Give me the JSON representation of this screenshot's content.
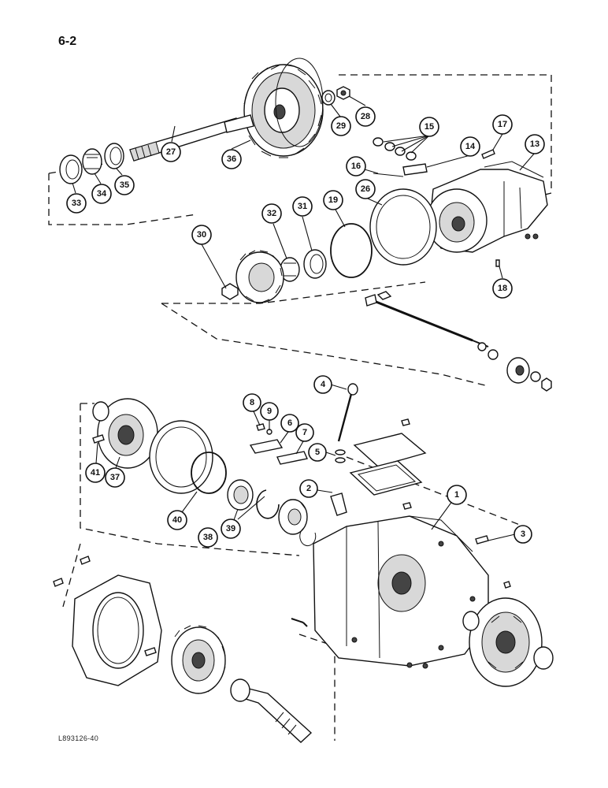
{
  "page_number": "6-2",
  "figure_code": "L893126-40",
  "callouts": [
    {
      "label": "1"
    },
    {
      "label": "2"
    },
    {
      "label": "3"
    },
    {
      "label": "4"
    },
    {
      "label": "5"
    },
    {
      "label": "6"
    },
    {
      "label": "7"
    },
    {
      "label": "8"
    },
    {
      "label": "9"
    },
    {
      "label": "13"
    },
    {
      "label": "14"
    },
    {
      "label": "15"
    },
    {
      "label": "16"
    },
    {
      "label": "17"
    },
    {
      "label": "18"
    },
    {
      "label": "19"
    },
    {
      "label": "26"
    },
    {
      "label": "27"
    },
    {
      "label": "28"
    },
    {
      "label": "29"
    },
    {
      "label": "30"
    },
    {
      "label": "31"
    },
    {
      "label": "32"
    },
    {
      "label": "33"
    },
    {
      "label": "34"
    },
    {
      "label": "35"
    },
    {
      "label": "36"
    },
    {
      "label": "37"
    },
    {
      "label": "38"
    },
    {
      "label": "39"
    },
    {
      "label": "40"
    },
    {
      "label": "41"
    }
  ]
}
